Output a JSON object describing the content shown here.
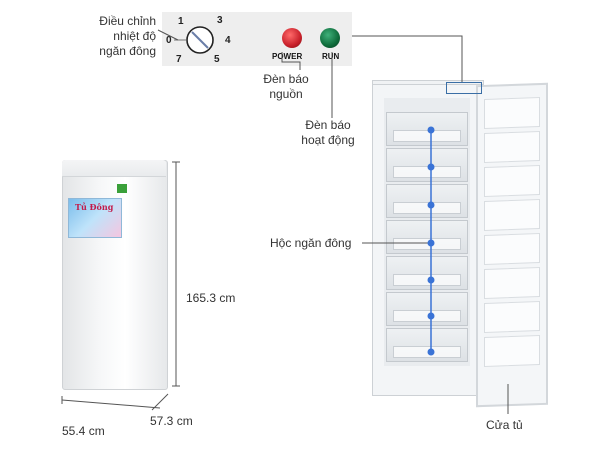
{
  "callouts": {
    "temp_control": [
      "Điều chỉnh",
      "nhiệt độ",
      "ngăn đông"
    ],
    "power_light": [
      "Đèn báo",
      "nguồn"
    ],
    "run_light": [
      "Đèn báo",
      "hoạt động"
    ],
    "drawers": "Hộc ngăn đông",
    "door": "Cửa tủ"
  },
  "panel": {
    "dial_numbers": [
      "0",
      "1",
      "3",
      "4",
      "5",
      "7"
    ],
    "power_label": "POWER",
    "run_label": "RUN"
  },
  "dimensions": {
    "height": "165.3 cm",
    "depth": "57.3 cm",
    "width": "55.4 cm"
  },
  "product_sticker": [
    "Tủ Đông"
  ],
  "colors": {
    "power_led": "#c8202a",
    "run_led": "#0e6b3a",
    "drawer_dots": "#3a73d6",
    "lines": "#555555",
    "accent_panel": "#3a6ea5"
  }
}
